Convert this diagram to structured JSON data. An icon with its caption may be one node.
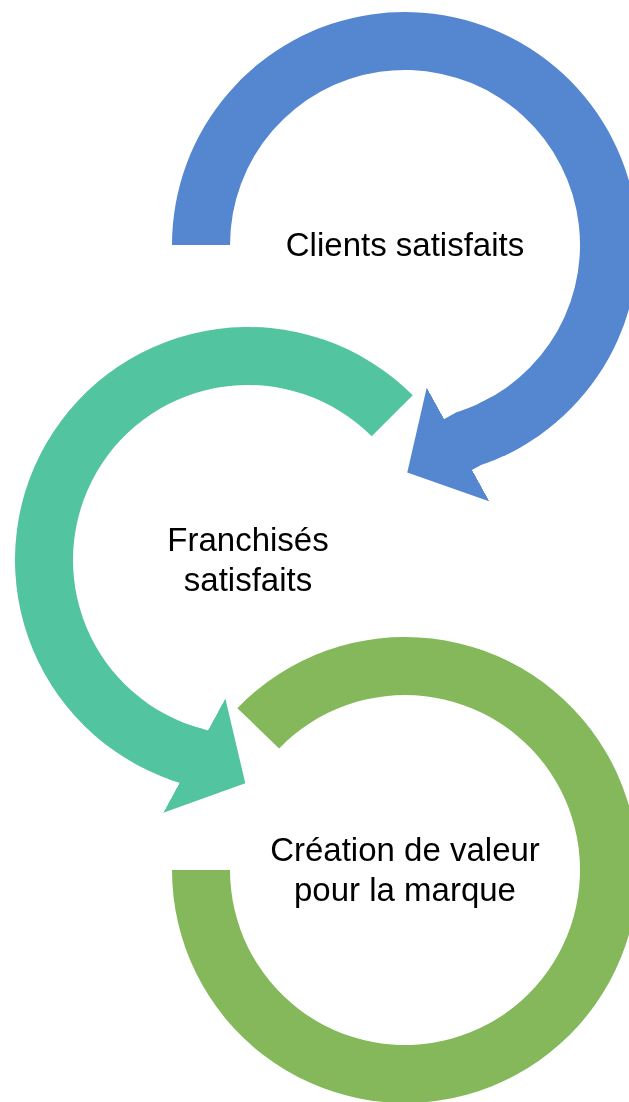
{
  "diagram": {
    "nodes": [
      {
        "text": [
          "Clients satisfaits"
        ]
      },
      {
        "text": [
          "Franchisés satisfaits"
        ]
      },
      {
        "text": [
          "Création de valeur pour la marque"
        ]
      }
    ],
    "edges": [
      {
        "from": 0,
        "to": 1,
        "arrow": "to",
        "color": "#5586d0"
      },
      {
        "from": 1,
        "to": 2,
        "arrow": "to",
        "color": "#52c49f"
      }
    ]
  }
}
